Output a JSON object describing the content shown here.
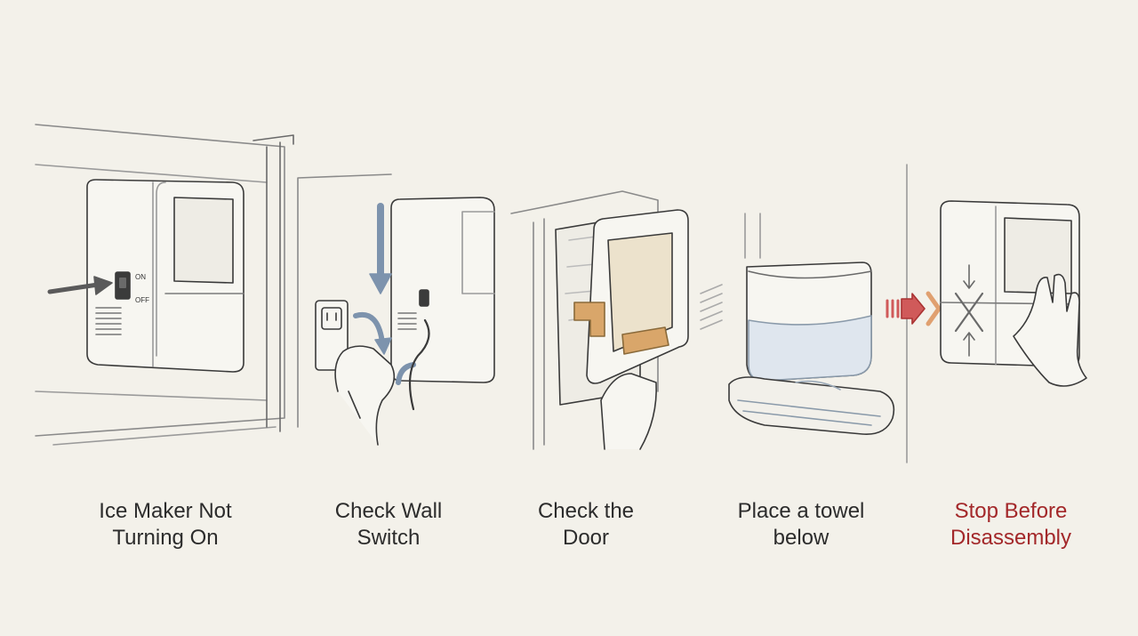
{
  "steps": [
    {
      "line1": "Ice Maker Not",
      "line2": "Turning On",
      "icon": "ice-maker-icon"
    },
    {
      "line1": "Check Wall",
      "line2": "Switch",
      "icon": "wall-outlet-icon"
    },
    {
      "line1": "Check the",
      "line2": "Door",
      "icon": "door-latch-icon"
    },
    {
      "line1": "Place a towel",
      "line2": "below",
      "icon": "towel-icon"
    },
    {
      "line1": "Stop Before",
      "line2": "Disassembly",
      "icon": "stop-hand-icon"
    }
  ],
  "switch_labels": {
    "on": "ON",
    "off": "OFF"
  },
  "colors": {
    "line": "#3a3a3a",
    "caption": "#2c2c2c",
    "warning": "#a3282a",
    "arrow_blue": "#7d93ad",
    "latch_tan": "#d9a66a",
    "arrow_red": "#d05a5a",
    "background": "#f3f1ea"
  }
}
